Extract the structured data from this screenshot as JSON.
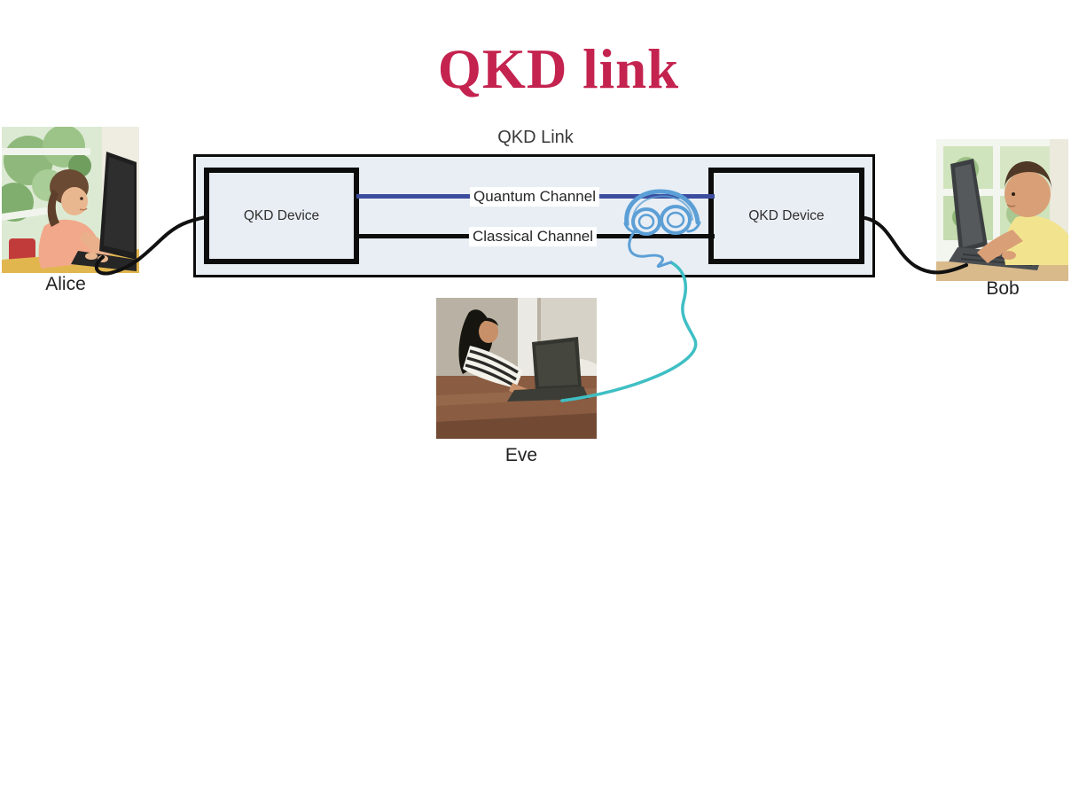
{
  "title": "QKD link",
  "diagram": {
    "link_label": "QKD Link",
    "left_device_label": "QKD Device",
    "right_device_label": "QKD Device",
    "quantum_channel_label": "Quantum Channel",
    "classical_channel_label": "Classical Channel"
  },
  "actors": {
    "alice": {
      "label": "Alice"
    },
    "bob": {
      "label": "Bob"
    },
    "eve": {
      "label": "Eve"
    }
  },
  "icons": {
    "eavesdropper": "headphones-icon"
  },
  "colors": {
    "title": "#c4234f",
    "box_fill": "#e9eef4",
    "border": "#0c0c0c",
    "quantum_channel": "#3c4d9f",
    "classical_channel": "#0d0d0d",
    "headphones": "#5b9fd6",
    "tap_cable": "#3fbfc4"
  }
}
